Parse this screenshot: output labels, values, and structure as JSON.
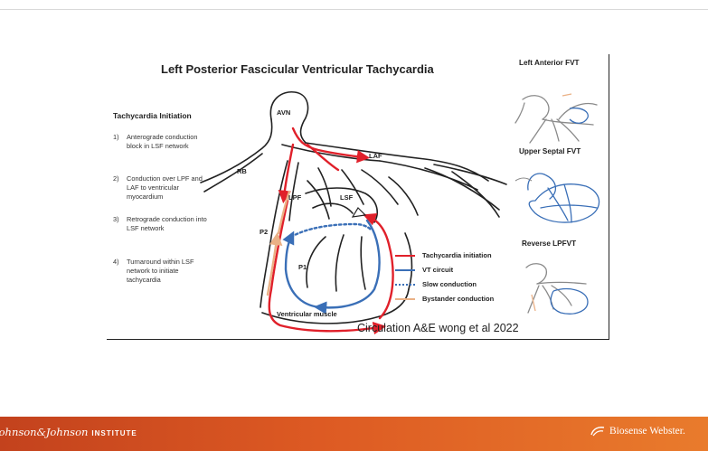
{
  "slide": {
    "title": "Left Posterior Fascicular Ventricular Tachycardia",
    "initiation_heading": "Tachycardia Initiation",
    "steps": [
      {
        "num": "1)",
        "text": "Anterograde conduction block in LSF network"
      },
      {
        "num": "2)",
        "text": "Conduction over LPF and LAF to ventricular myocardium"
      },
      {
        "num": "3)",
        "text": "Retrograde conduction into LSF network"
      },
      {
        "num": "4)",
        "text": "Turnaround within LSF network to initiate tachycardia"
      }
    ],
    "labels": {
      "avn": "AVN",
      "laf": "LAF",
      "rb": "RB",
      "lpf": "LPF",
      "lsf": "LSF",
      "p2": "P2",
      "p1": "P1",
      "ventricular_muscle": "Ventricular muscle"
    },
    "legend": [
      {
        "label": "Tachycardia initiation",
        "color": "#e0202a",
        "style": "solid"
      },
      {
        "label": "VT circuit",
        "color": "#3a6fb7",
        "style": "solid"
      },
      {
        "label": "Slow conduction",
        "color": "#3a6fb7",
        "style": "dotted"
      },
      {
        "label": "Bystander conduction",
        "color": "#eab186",
        "style": "solid"
      }
    ],
    "side_panels": [
      {
        "title": "Left Anterior FVT"
      },
      {
        "title": "Upper Septal FVT"
      },
      {
        "title": "Reverse LPFVT"
      }
    ],
    "citation": "Circulation A&E wong et al 2022"
  },
  "footer": {
    "left_brand": "Johnson&Johnson",
    "left_suffix": "INSTITUTE",
    "right_brand": "Biosense Webster.",
    "background_color": "#dd5a23"
  }
}
